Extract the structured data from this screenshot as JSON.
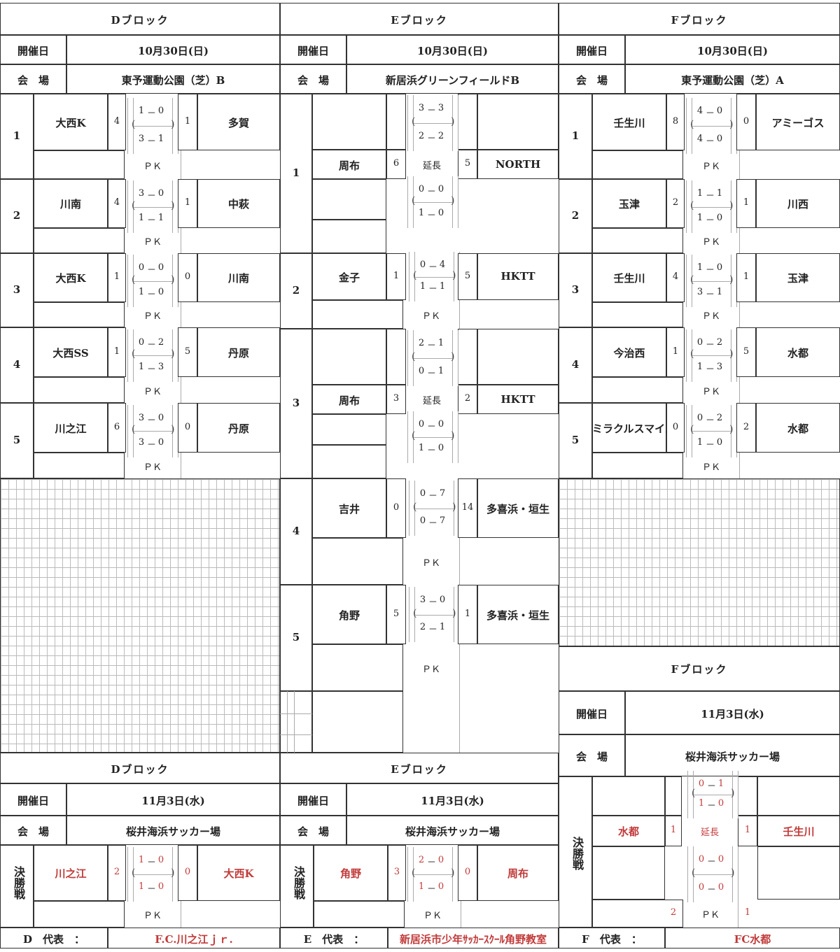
{
  "labels": {
    "date": "開催日",
    "venue": "会　場",
    "pk": "ＰＫ",
    "et": "延長",
    "final": "決勝戦"
  },
  "blocks": [
    {
      "name": "Dブロック",
      "date": "10月30日(日)",
      "venue": "東予運動公園（芝）B",
      "matches": [
        {
          "no": "1",
          "home": "大西K",
          "hs": "4",
          "h1": "1",
          "a1": "0",
          "h2": "3",
          "a2": "1",
          "as": "1",
          "away": "多賀"
        },
        {
          "no": "2",
          "home": "川南",
          "hs": "4",
          "h1": "3",
          "a1": "0",
          "h2": "1",
          "a2": "1",
          "as": "1",
          "away": "中萩"
        },
        {
          "no": "3",
          "home": "大西K",
          "hs": "1",
          "h1": "0",
          "a1": "0",
          "h2": "1",
          "a2": "0",
          "as": "0",
          "away": "川南"
        },
        {
          "no": "4",
          "home": "大西SS",
          "hs": "1",
          "h1": "0",
          "a1": "2",
          "h2": "1",
          "a2": "3",
          "as": "5",
          "away": "丹原"
        },
        {
          "no": "5",
          "home": "川之江",
          "hs": "6",
          "h1": "3",
          "a1": "0",
          "h2": "3",
          "a2": "0",
          "as": "0",
          "away": "丹原"
        }
      ],
      "final": {
        "name": "Dブロック",
        "date": "11月3日(水)",
        "venue": "桜井海浜サッカー場",
        "home": "川之江",
        "hs": "2",
        "h1": "1",
        "a1": "0",
        "h2": "1",
        "a2": "0",
        "as": "0",
        "away": "大西K",
        "rep_label": "D　代表　：",
        "rep": "F.C.川之江ｊｒ."
      }
    },
    {
      "name": "Eブロック",
      "date": "10月30日(日)",
      "venue": "新居浜グリーンフィールドB",
      "matches": [
        {
          "no": "1",
          "home": "周布",
          "hs": "6",
          "h1": "3",
          "a1": "3",
          "h2": "2",
          "a2": "2",
          "h3": "0",
          "a3": "0",
          "h4": "1",
          "a4": "0",
          "as": "5",
          "away": "NORTH",
          "et": true
        },
        {
          "no": "2",
          "home": "金子",
          "hs": "1",
          "h1": "0",
          "a1": "4",
          "h2": "1",
          "a2": "1",
          "as": "5",
          "away": "HKTT"
        },
        {
          "no": "3",
          "home": "周布",
          "hs": "3",
          "h1": "2",
          "a1": "1",
          "h2": "0",
          "a2": "1",
          "h3": "0",
          "a3": "0",
          "h4": "1",
          "a4": "0",
          "as": "2",
          "away": "HKTT",
          "et": true
        },
        {
          "no": "4",
          "home": "吉井",
          "hs": "0",
          "h1": "0",
          "a1": "7",
          "h2": "0",
          "a2": "7",
          "as": "14",
          "away": "多喜浜・垣生"
        },
        {
          "no": "5",
          "home": "角野",
          "hs": "5",
          "h1": "3",
          "a1": "0",
          "h2": "2",
          "a2": "1",
          "as": "1",
          "away": "多喜浜・垣生"
        }
      ],
      "final": {
        "name": "Eブロック",
        "date": "11月3日(水)",
        "venue": "桜井海浜サッカー場",
        "home": "角野",
        "hs": "3",
        "h1": "2",
        "a1": "0",
        "h2": "1",
        "a2": "0",
        "as": "0",
        "away": "周布",
        "rep_label": "E　代表　：",
        "rep": "新居浜市少年ｻｯｶｰｽｸｰﾙ角野教室"
      }
    },
    {
      "name": "Fブロック",
      "date": "10月30日(日)",
      "venue": "東予運動公園（芝）A",
      "matches": [
        {
          "no": "1",
          "home": "壬生川",
          "hs": "8",
          "h1": "4",
          "a1": "0",
          "h2": "4",
          "a2": "0",
          "as": "0",
          "away": "アミーゴス"
        },
        {
          "no": "2",
          "home": "玉津",
          "hs": "2",
          "h1": "1",
          "a1": "1",
          "h2": "1",
          "a2": "0",
          "as": "1",
          "away": "川西"
        },
        {
          "no": "3",
          "home": "壬生川",
          "hs": "4",
          "h1": "1",
          "a1": "0",
          "h2": "3",
          "a2": "1",
          "as": "1",
          "away": "玉津"
        },
        {
          "no": "4",
          "home": "今治西",
          "hs": "1",
          "h1": "0",
          "a1": "2",
          "h2": "1",
          "a2": "3",
          "as": "5",
          "away": "水都"
        },
        {
          "no": "5",
          "home": "ミラクルスマイル",
          "hs": "0",
          "h1": "0",
          "a1": "2",
          "h2": "1",
          "a2": "0",
          "as": "2",
          "away": "水都"
        }
      ],
      "final": {
        "name": "Fブロック",
        "date": "11月3日(水)",
        "venue": "桜井海浜サッカー場",
        "home": "水都",
        "hs": "1",
        "h1": "0",
        "a1": "1",
        "h2": "1",
        "a2": "0",
        "h3": "0",
        "a3": "0",
        "h4": "0",
        "a4": "0",
        "as": "1",
        "away": "壬生川",
        "pk_h": "2",
        "pk_a": "1",
        "rep_label": "F　代表　：",
        "rep": "FC水都"
      }
    }
  ]
}
